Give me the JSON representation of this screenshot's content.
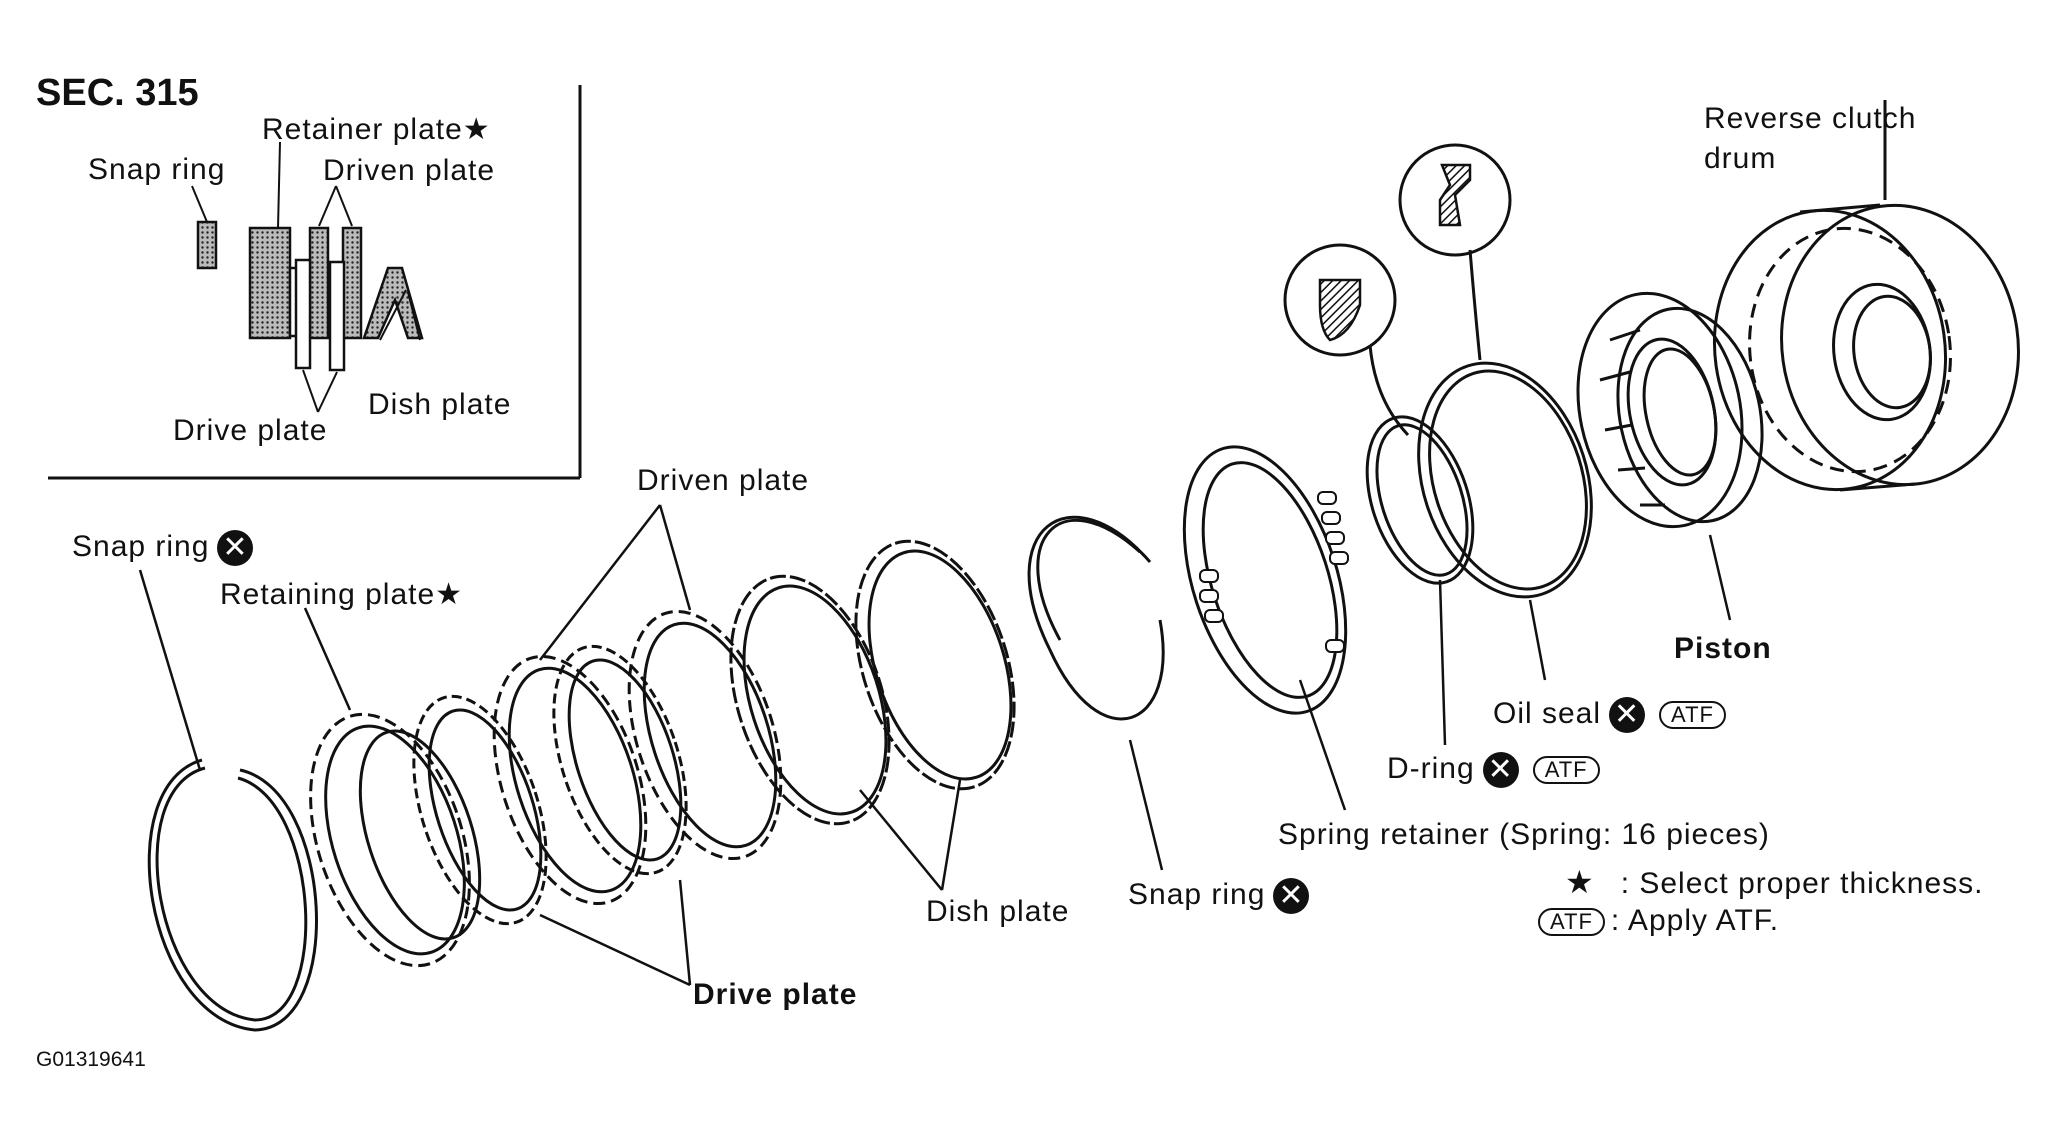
{
  "section": "SEC. 315",
  "figure_id": "G01319641",
  "inset": {
    "snap_ring": "Snap ring",
    "retainer_plate": "Retainer plate★",
    "driven_plate": "Driven plate",
    "dish_plate": "Dish plate",
    "drive_plate": "Drive plate"
  },
  "parts": {
    "snap_ring_left": "Snap ring",
    "retaining_plate": "Retaining plate★",
    "driven_plate": "Driven plate",
    "drive_plate": "Drive plate",
    "dish_plate": "Dish plate",
    "snap_ring_mid": "Snap ring",
    "spring_retainer": "Spring retainer (Spring: 16 pieces)",
    "d_ring": "D-ring",
    "oil_seal": "Oil seal",
    "piston": "Piston",
    "reverse_clutch_drum_1": "Reverse clutch",
    "reverse_clutch_drum_2": "drum"
  },
  "symbols": {
    "x_mark": "✕",
    "atf": "ATF"
  },
  "legend": {
    "star_symbol": "★",
    "star_text": ": Select proper thickness.",
    "atf_text": ": Apply ATF."
  }
}
